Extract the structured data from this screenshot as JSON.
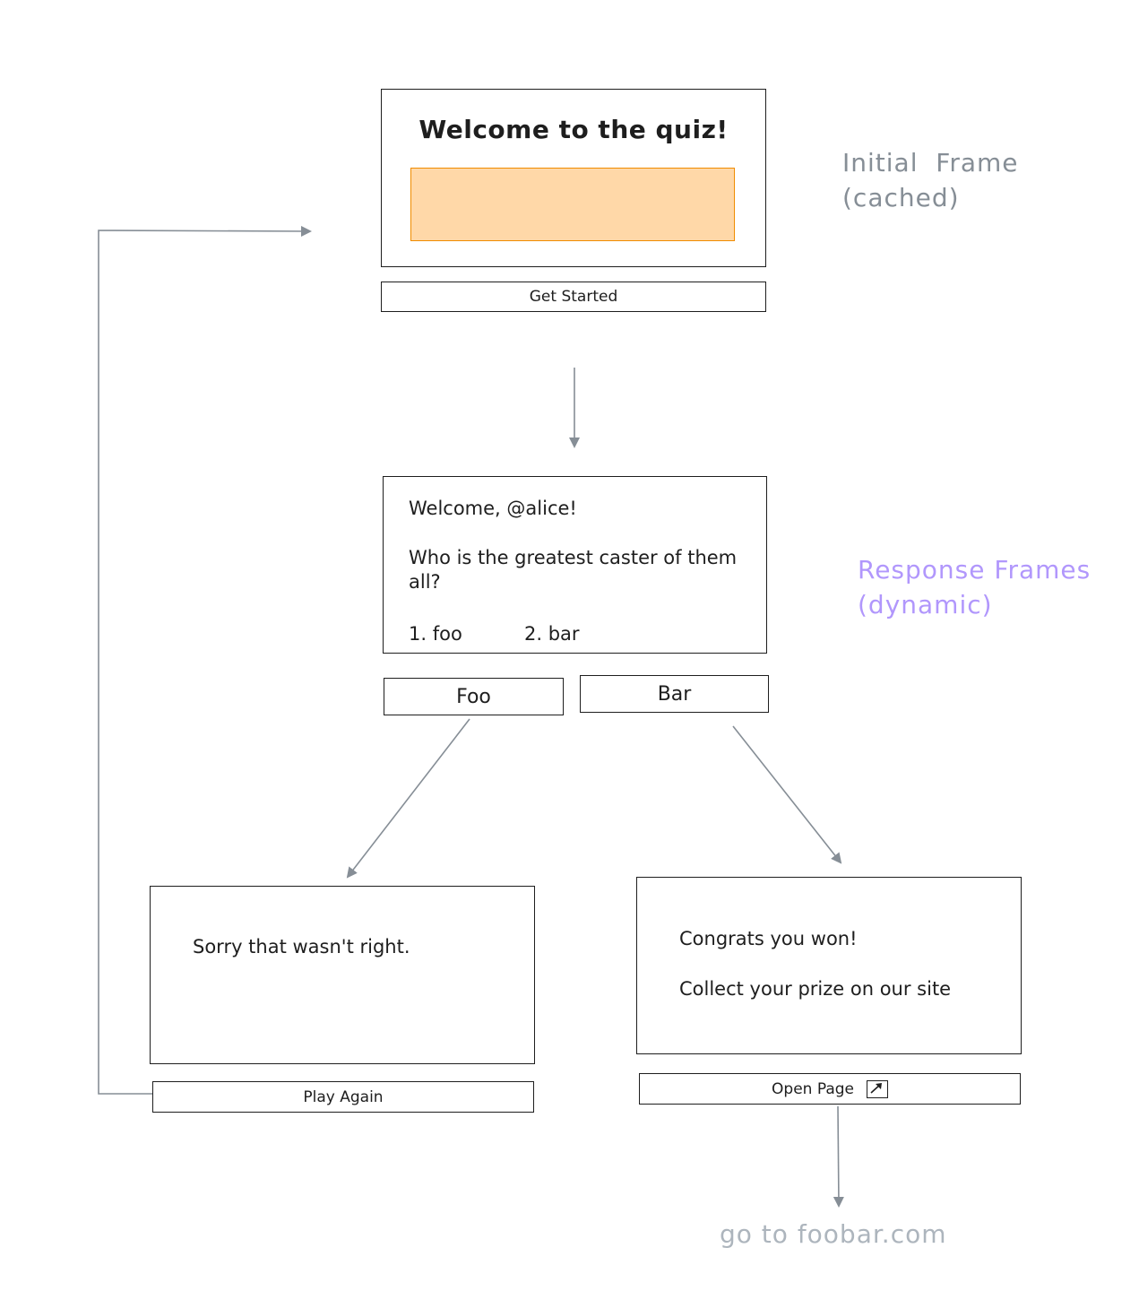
{
  "initial_frame": {
    "title": "Welcome to the quiz!",
    "button_label": "Get Started",
    "image_color": "#ffd8a8",
    "image_border_color": "#f08c00"
  },
  "initial_note": {
    "line1": "Initial  Frame",
    "line2": "(cached)",
    "color": "#868e96"
  },
  "question_frame": {
    "greeting": "Welcome, @alice!",
    "question": "Who is the greatest caster of them all?",
    "option1": "1. foo",
    "option2": "2. bar",
    "button_foo": "Foo",
    "button_bar": "Bar"
  },
  "response_note": {
    "line1": "Response Frames",
    "line2": "(dynamic)",
    "color": "#b197fc"
  },
  "wrong_frame": {
    "message": "Sorry that wasn't right.",
    "button_label": "Play Again"
  },
  "win_frame": {
    "line1": "Congrats you won!",
    "line2": "Collect your prize on our site",
    "button_label": "Open Page",
    "button_icon": "external-link-icon"
  },
  "destination_note": {
    "text": "go to foobar.com",
    "color": "#adb5bd"
  },
  "colors": {
    "stroke": "#1e1e1e",
    "arrow": "#868e96"
  }
}
